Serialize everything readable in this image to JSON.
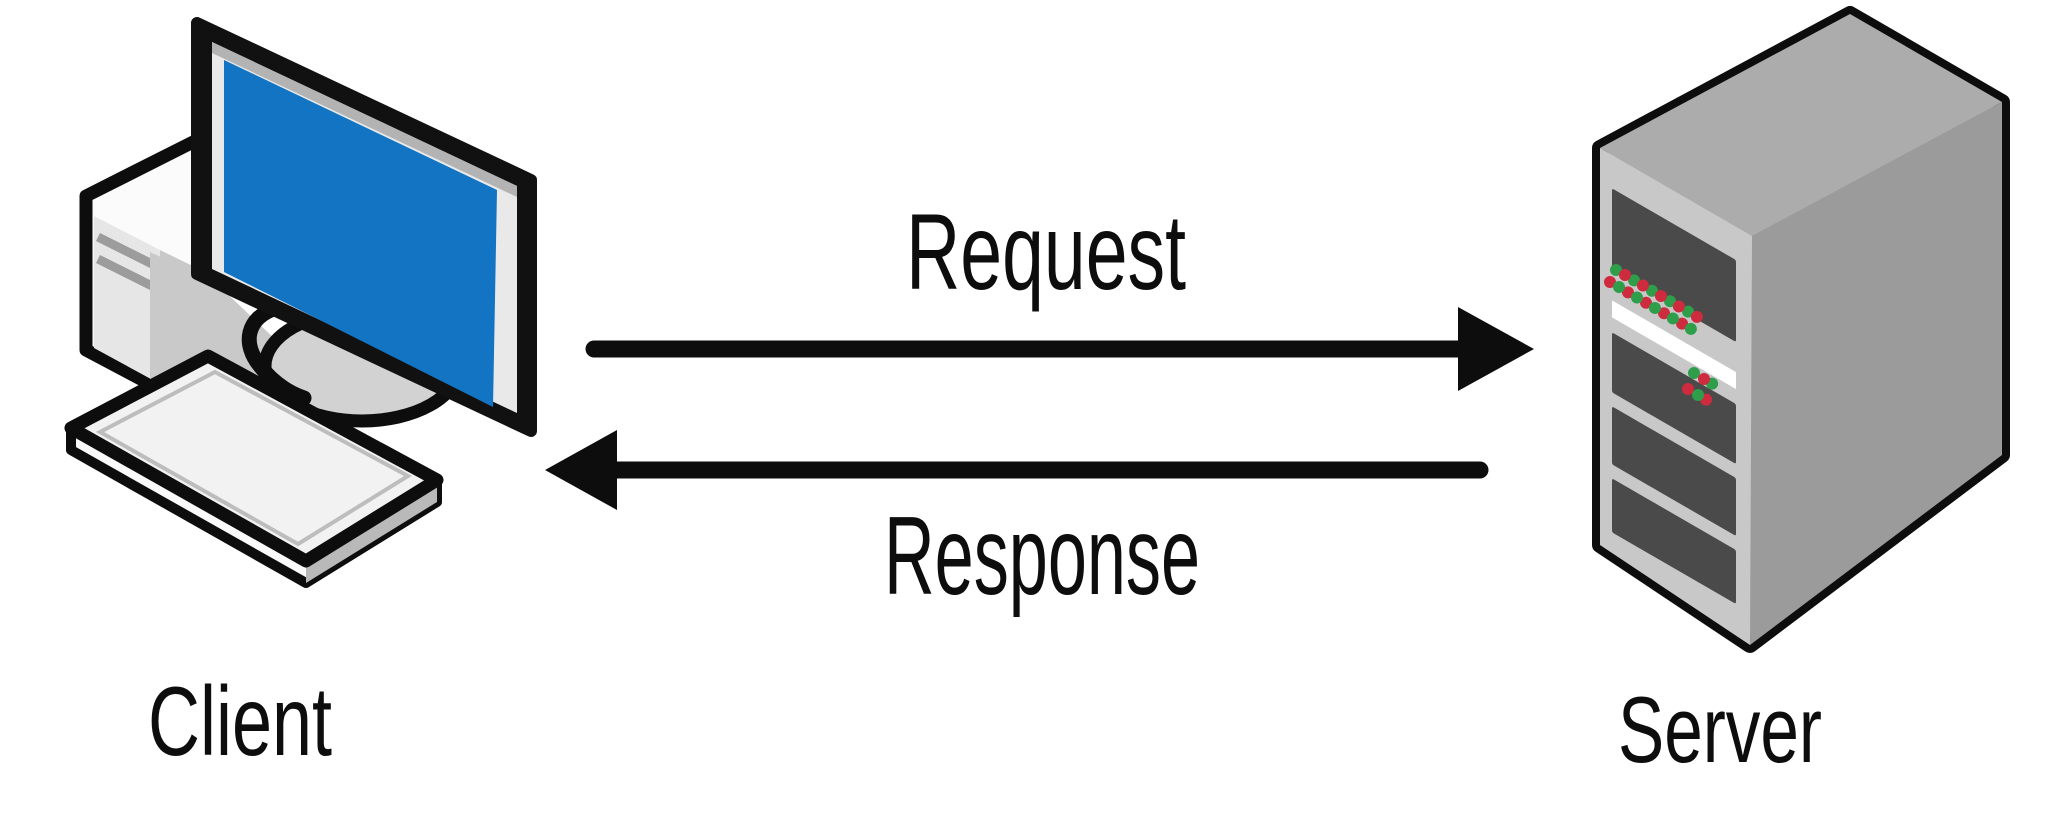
{
  "diagram": {
    "background": "#ffffff",
    "client": {
      "label": "Client",
      "parts": [
        "monitor",
        "tower",
        "keyboard",
        "monitor-stand"
      ]
    },
    "server": {
      "label": "Server",
      "parts": [
        "tower-front-bays",
        "led-lights",
        "front-stripe"
      ]
    },
    "request_arrow": {
      "label": "Request",
      "direction": "left-to-right",
      "from": "Client",
      "to": "Server"
    },
    "response_arrow": {
      "label": "Response",
      "direction": "right-to-left",
      "from": "Server",
      "to": "Client"
    },
    "colors": {
      "outline": "#0d0d0d",
      "text": "#0d0d0d",
      "screen_blue": "#1274C2",
      "led_green": "#2E9E4A",
      "led_red": "#CE2B3E",
      "monitor_frame": "#E9E9E9",
      "monitor_bevel": "#B3B3B3",
      "server_front": "#C8C8C8",
      "server_side": "#9B9B9B",
      "server_top": "#ACACAC",
      "drive_bay": "#4A4A4A",
      "stripe_white": "#FFFFFF"
    }
  }
}
